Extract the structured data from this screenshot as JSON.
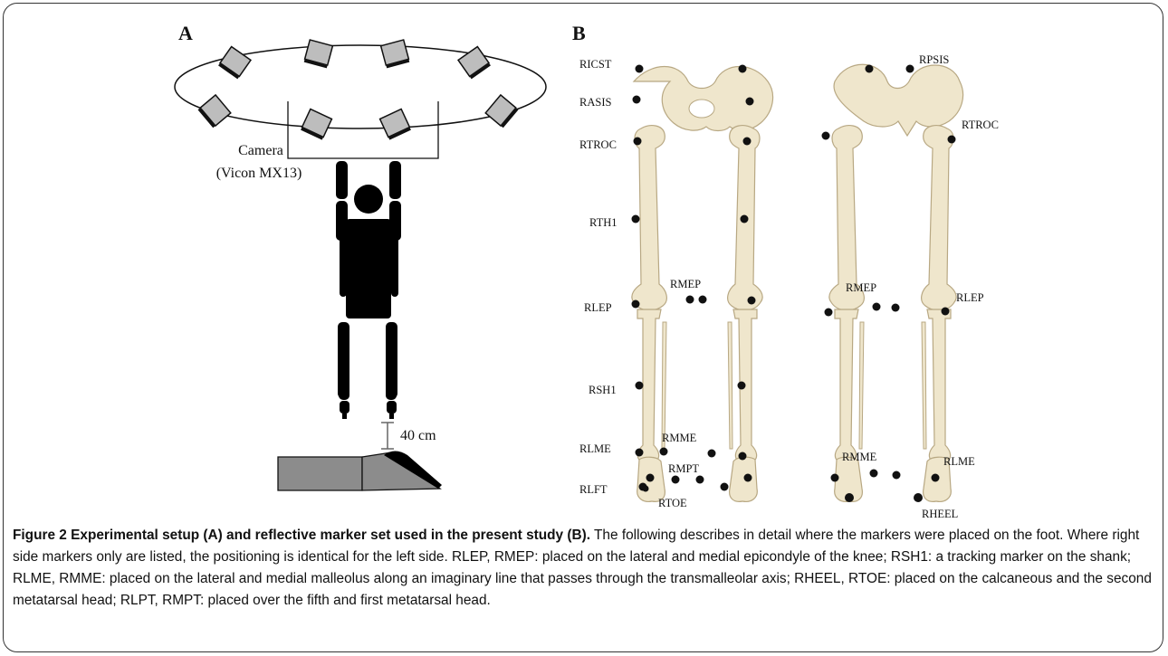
{
  "panels": {
    "a_letter": "A",
    "b_letter": "B"
  },
  "setup": {
    "camera_label": "Camera",
    "camera_model": "(Vicon MX13)",
    "distance_label": "40 cm"
  },
  "markers_front": {
    "ricst": "RICST",
    "rasis": "RASIS",
    "rtroc": "RTROC",
    "rth1": "RTH1",
    "rmep": "RMEP",
    "rlep": "RLEP",
    "rsh1": "RSH1",
    "rlme": "RLME",
    "rmme": "RMME",
    "rmpt": "RMPT",
    "rlft": "RLFT",
    "rtoe": "RTOE"
  },
  "markers_back": {
    "rpsis": "RPSIS",
    "rtroc": "RTROC",
    "rmep": "RMEP",
    "rlep": "RLEP",
    "rmme": "RMME",
    "rlme": "RLME",
    "rheel": "RHEEL"
  },
  "caption": {
    "title": "Figure 2 Experimental setup (A) and reflective marker set used in the present study (B).",
    "body": " The following describes in detail where the markers were placed on the foot. Where right side markers only are listed, the positioning is identical for the left side. RLEP, RMEP: placed on the lateral and medial epicondyle of the knee; RSH1: a tracking marker on the shank; RLME, RMME: placed on the lateral and medial malleolus along an imaginary line that passes through the transmalleolar axis; RHEEL, RTOE: placed on the calcaneous and the second metatarsal head; RLPT, RMPT: placed over the fifth and first metatarsal head."
  },
  "colors": {
    "bone": "#efe6cc",
    "bone_edge": "#b8a883",
    "marker": "#111111",
    "camera_fill": "#bdbdbd",
    "block": "#8c8c8c"
  }
}
